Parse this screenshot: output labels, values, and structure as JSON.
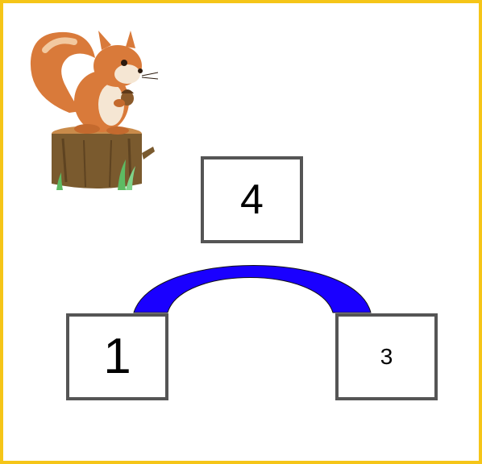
{
  "colors": {
    "frame": "#F5C518",
    "arch": "#1A00FF",
    "box_border": "#555555"
  },
  "illustration": {
    "icon": "squirrel-on-stump-icon"
  },
  "boxes": {
    "top": "4",
    "left": "1",
    "right": "3"
  }
}
